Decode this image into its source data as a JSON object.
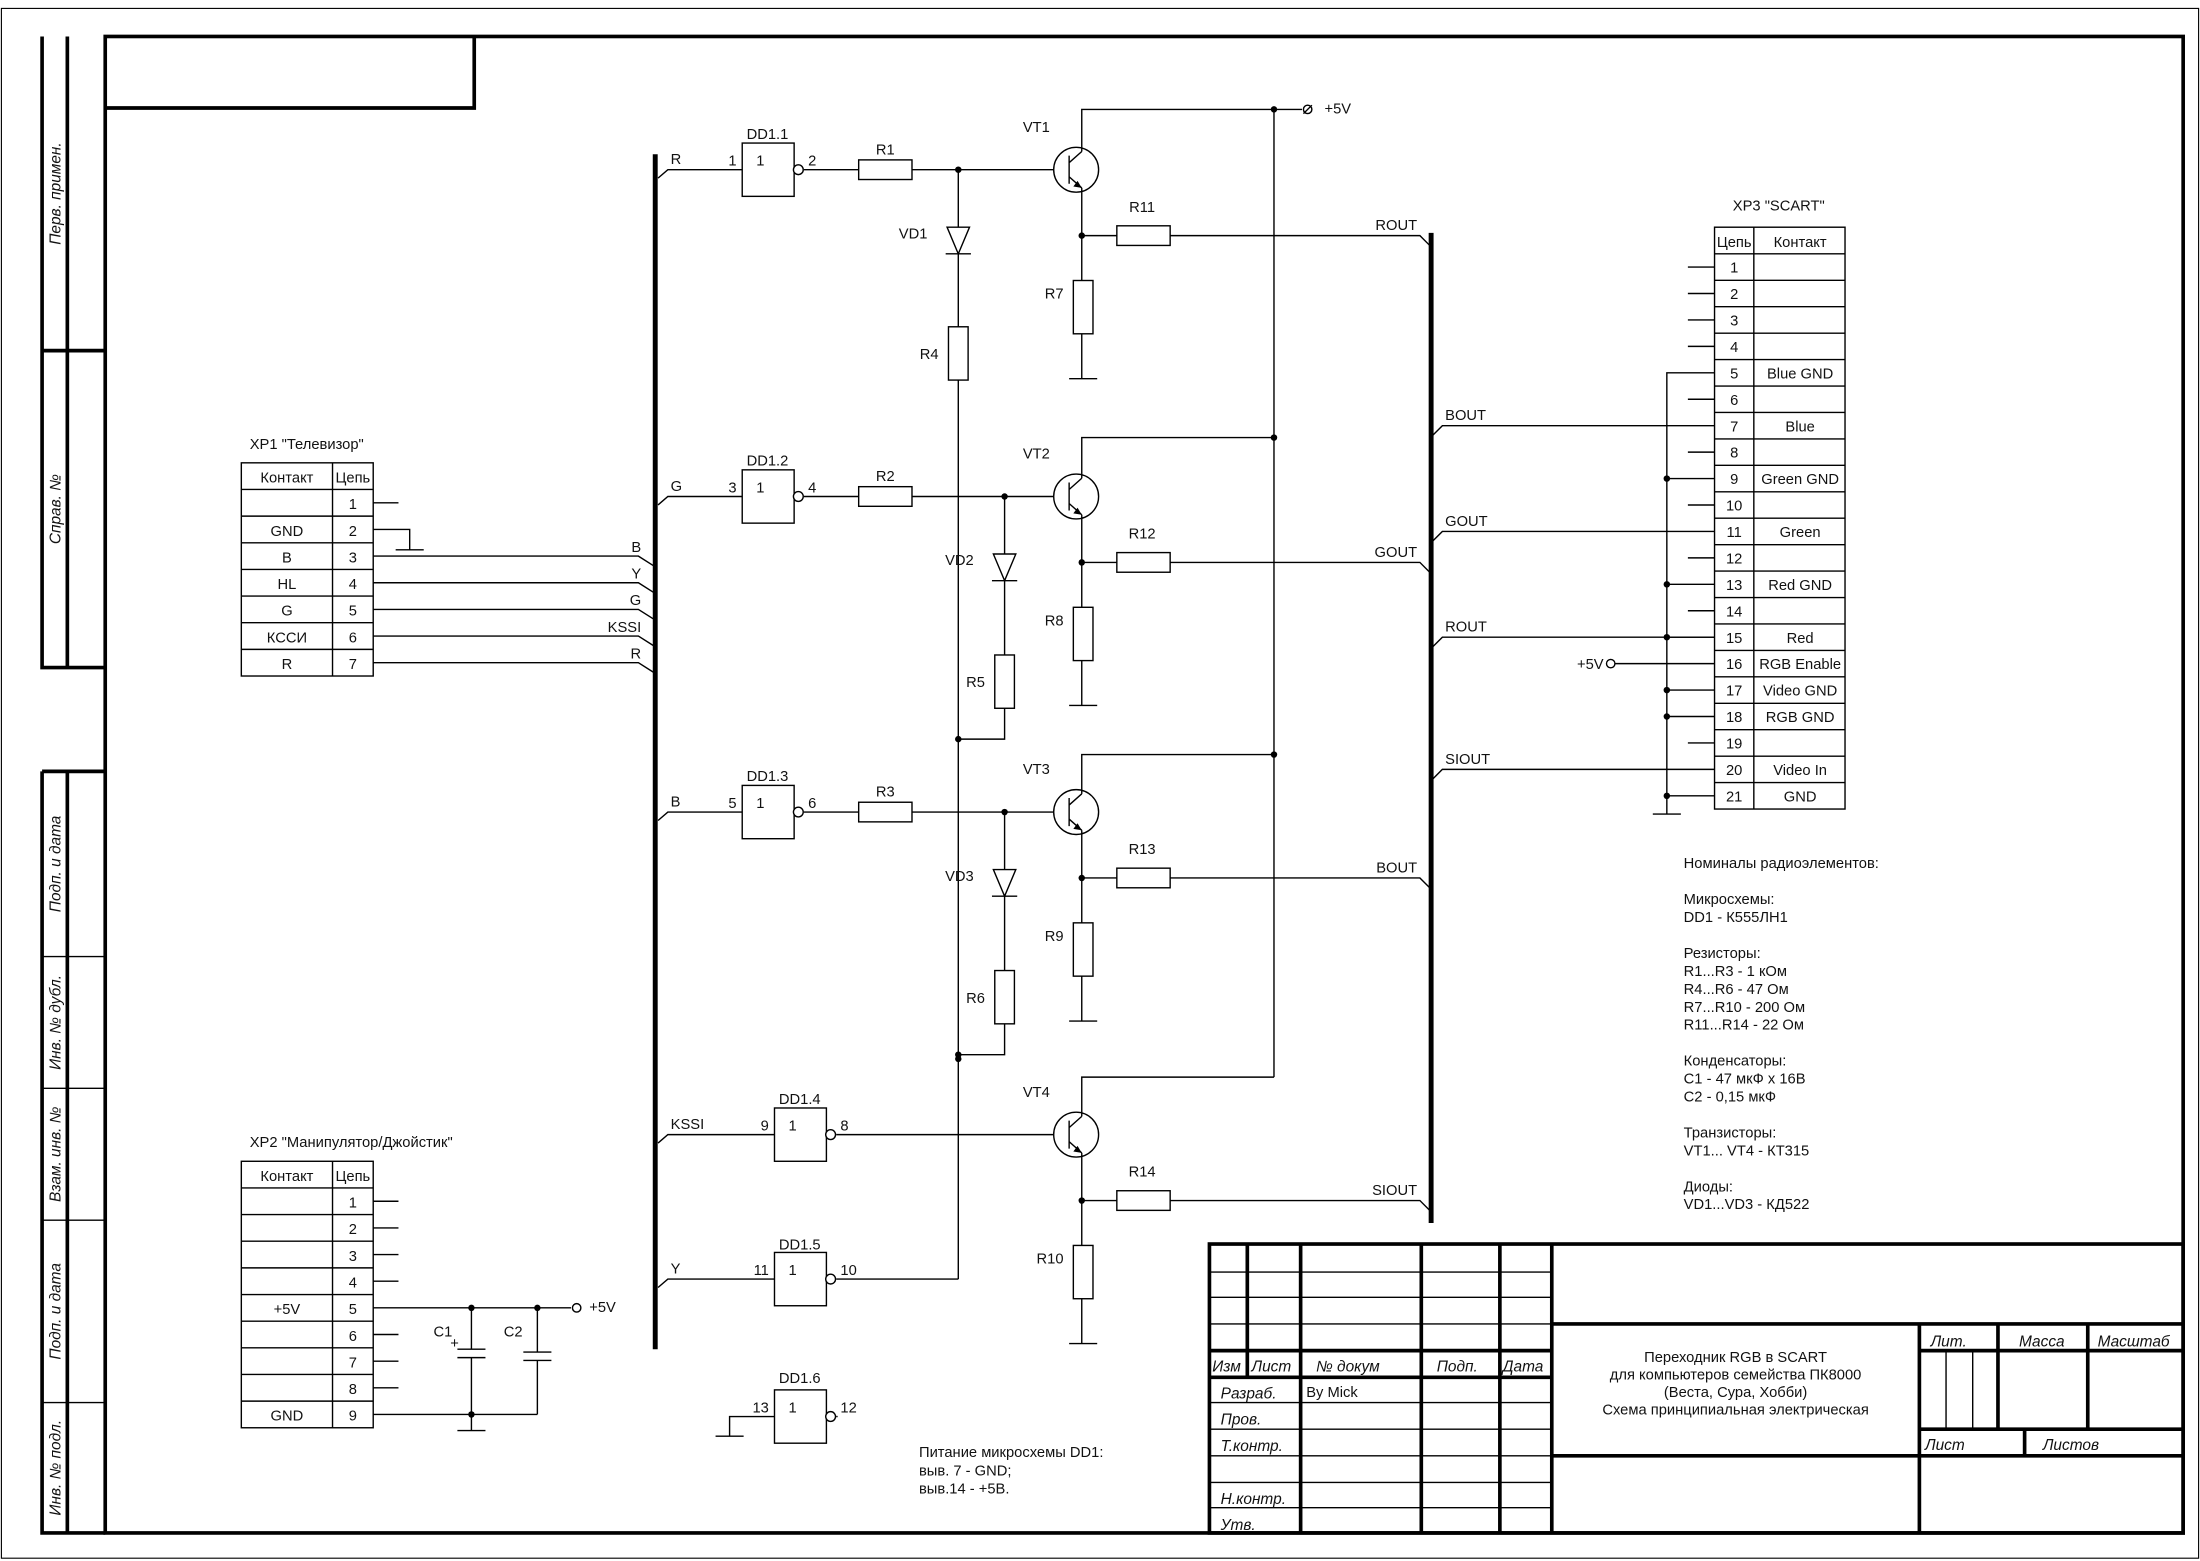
{
  "frame": {
    "stamp_labels": [
      "Перв. примен.",
      "Справ. №",
      "Подп. и дата",
      "Инв. № дубл.",
      "Взам. инв. №",
      "Подп. и дата",
      "Инв. № подл."
    ]
  },
  "power": {
    "vcc_label": "+5V"
  },
  "stages": [
    {
      "net": "R",
      "gate": "DD1.1",
      "in_pin": "1",
      "out_pin": "2",
      "gate_symbol": "1",
      "base_resistor": "R1",
      "transistor": "VT1",
      "diode": "VD1",
      "diode_resistor": "R4",
      "emitter_resistor": "R7",
      "output_resistor": "R11",
      "output_net": "ROUT"
    },
    {
      "net": "G",
      "gate": "DD1.2",
      "in_pin": "3",
      "out_pin": "4",
      "gate_symbol": "1",
      "base_resistor": "R2",
      "transistor": "VT2",
      "diode": "VD2",
      "diode_resistor": "R5",
      "emitter_resistor": "R8",
      "output_resistor": "R12",
      "output_net": "GOUT"
    },
    {
      "net": "B",
      "gate": "DD1.3",
      "in_pin": "5",
      "out_pin": "6",
      "gate_symbol": "1",
      "base_resistor": "R3",
      "transistor": "VT3",
      "diode": "VD3",
      "diode_resistor": "R6",
      "emitter_resistor": "R9",
      "output_resistor": "R13",
      "output_net": "BOUT"
    },
    {
      "net": "KSSI",
      "gate": "DD1.4",
      "in_pin": "9",
      "out_pin": "8",
      "gate_symbol": "1",
      "transistor": "VT4",
      "emitter_resistor": "R10",
      "output_resistor": "R14",
      "output_net": "SIOUT"
    }
  ],
  "gate5": {
    "net": "Y",
    "gate": "DD1.5",
    "in_pin": "11",
    "out_pin": "10",
    "gate_symbol": "1"
  },
  "gate6": {
    "gate": "DD1.6",
    "in_pin": "13",
    "out_pin": "12",
    "gate_symbol": "1"
  },
  "xp1": {
    "title": "XP1 \"Телевизор\"",
    "headers": [
      "Контакт",
      "Цепь"
    ],
    "rows": [
      [
        "",
        "1"
      ],
      [
        "GND",
        "2"
      ],
      [
        "B",
        "3"
      ],
      [
        "HL",
        "4"
      ],
      [
        "G",
        "5"
      ],
      [
        "КССИ",
        "6"
      ],
      [
        "R",
        "7"
      ]
    ],
    "bus_labels": [
      "B",
      "Y",
      "G",
      "KSSI",
      "R"
    ]
  },
  "xp2": {
    "title": "XP2  \"Манипулятор/Джойстик\"",
    "headers": [
      "Контакт",
      "Цепь"
    ],
    "rows": [
      [
        "",
        "1"
      ],
      [
        "",
        "2"
      ],
      [
        "",
        "3"
      ],
      [
        "",
        "4"
      ],
      [
        "+5V",
        "5"
      ],
      [
        "",
        "6"
      ],
      [
        "",
        "7"
      ],
      [
        "",
        "8"
      ],
      [
        "GND",
        "9"
      ]
    ],
    "vcc_label": "+5V",
    "c1": "C1",
    "c1_polarity": "+",
    "c2": "C2"
  },
  "xp3": {
    "title": "XP3 \"SCART\"",
    "headers": [
      "Цепь",
      "Контакт"
    ],
    "rows": [
      [
        "1",
        ""
      ],
      [
        "2",
        ""
      ],
      [
        "3",
        ""
      ],
      [
        "4",
        ""
      ],
      [
        "5",
        "Blue GND"
      ],
      [
        "6",
        ""
      ],
      [
        "7",
        "Blue"
      ],
      [
        "8",
        ""
      ],
      [
        "9",
        "Green GND"
      ],
      [
        "10",
        ""
      ],
      [
        "11",
        "Green"
      ],
      [
        "12",
        ""
      ],
      [
        "13",
        "Red GND"
      ],
      [
        "14",
        ""
      ],
      [
        "15",
        "Red"
      ],
      [
        "16",
        "RGB Enable"
      ],
      [
        "17",
        "Video GND"
      ],
      [
        "18",
        "RGB GND"
      ],
      [
        "19",
        ""
      ],
      [
        "20",
        "Video In"
      ],
      [
        "21",
        "GND"
      ]
    ],
    "bus_labels": [
      "BOUT",
      "GOUT",
      "ROUT",
      "SIOUT"
    ],
    "vcc_label": "+5V"
  },
  "notes": {
    "power_title": "Питание микросхемы DD1:",
    "power_lines": [
      "выв. 7 -  GND;",
      "выв.14 -  +5В."
    ]
  },
  "bom": {
    "lines": [
      "Номиналы радиоэлементов:",
      "",
      "Микросхемы:",
      "DD1 - К555ЛН1",
      "",
      "Резисторы:",
      "R1...R3    -  1 кОм",
      "R4...R6    -  47 Ом",
      "R7...R10   -  200 Ом",
      "R11...R14 -  22 Ом",
      "",
      "Конденсаторы:",
      "C1 - 47 мкФ х 16В",
      "C2 - 0,15 мкФ",
      "",
      "Транзисторы:",
      "VT1... VT4 - КТ315",
      "",
      "Диоды:",
      "VD1...VD3 - КД522"
    ]
  },
  "title_block": {
    "col_headers": [
      "Изм",
      "Лист",
      "№ докум",
      "Подп.",
      "Дата"
    ],
    "row_labels": [
      "Разраб.",
      "Пров.",
      "Т.контр.",
      "",
      "Н.контр.",
      "Утв."
    ],
    "developer": "By Mick",
    "title_lines": [
      "Переходник RGB в SCART",
      "для компьютеров семейства ПК8000",
      "(Веста, Сура, Хобби)",
      "Схема принципиальная электрическая"
    ],
    "lit_label": "Лит.",
    "mass_label": "Масса",
    "scale_label": "Масштаб",
    "sheet_label": "Лист",
    "sheets_label": "Листов"
  }
}
